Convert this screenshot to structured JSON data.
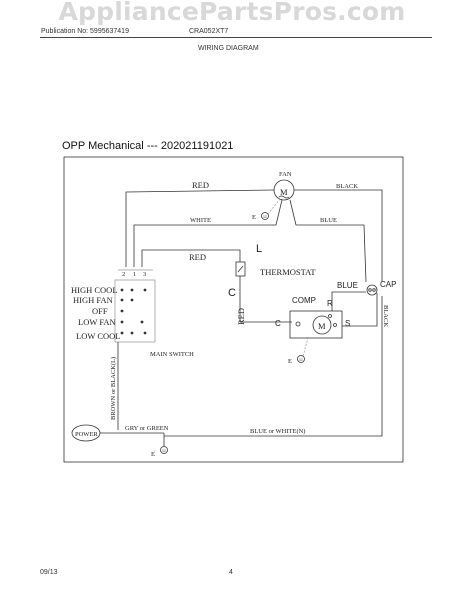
{
  "header": {
    "watermark": "AppliancePartsPros.com",
    "publication": "Publication No: 5995637419",
    "model": "CRA052XT7",
    "section": "WIRING DIAGRAM"
  },
  "diagram": {
    "title": "OPP Mechanical --- 202021191021",
    "fan": "FAN",
    "motor_symbol": "M",
    "red_top": "RED",
    "black_top": "BLACK",
    "white": "WHITE",
    "blue": "BLUE",
    "ground": "E",
    "red_mid": "RED",
    "L": "L",
    "C": "C",
    "thermostat": "THERMOSTAT",
    "blue_cap": "BLUE",
    "cap": "CAP",
    "comp": "COMP",
    "R": "R",
    "C2": "C",
    "S": "S",
    "black_side": "BLACK",
    "red_side": "RED",
    "terminals": [
      "2",
      "1",
      "3"
    ],
    "switch_labels": [
      "HIGH COOL",
      "HIGH FAN",
      "OFF",
      "LOW FAN",
      "LOW COOL"
    ],
    "main_switch": "MAIN SWITCH",
    "brown": "BROWN or BLACK(L)",
    "power": "POWER",
    "gray": "GRY or GREEN",
    "blue_white": "BLUE or WHITE(N)"
  },
  "footer": {
    "date": "09/13",
    "page": "4"
  }
}
